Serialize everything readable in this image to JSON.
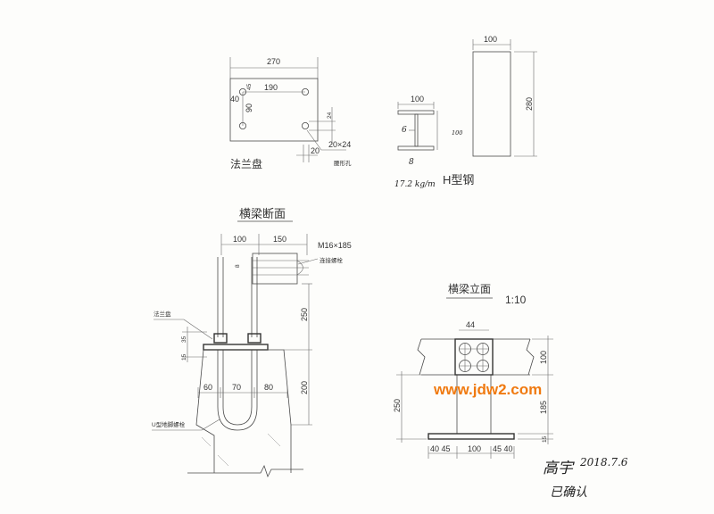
{
  "colors": {
    "line": "#4a4a4a",
    "watermark": "#f07a10",
    "paper": "#fdfdfb"
  },
  "flange": {
    "dim_width": "270",
    "dim_hole_spacing": "190",
    "dim_vertical": "90",
    "dim_45": "45",
    "dim_40": "40",
    "dim_24": "24",
    "dim_20": "20",
    "dim_slot": "20×24",
    "slot_note": "腰形孔",
    "label": "法兰盘"
  },
  "hbeam": {
    "dim_top": "100",
    "dim_flange_width": "100",
    "dim_side": "280",
    "hand_web": "6",
    "hand_height": "100",
    "hand_flange": "8",
    "hand_mass": "17.2 kg/m",
    "label": "H型钢"
  },
  "section": {
    "title": "横梁断面",
    "dim_100": "100",
    "dim_150": "150",
    "bolt_spec": "M16×185",
    "bolt_note": "连接螺栓",
    "dim_8": "8",
    "dim_250": "250",
    "dim_200": "200",
    "dim_35": "35",
    "dim_15": "15",
    "dim_60": "60",
    "dim_70": "70",
    "dim_80": "80",
    "flange_callout": "法兰盘",
    "ubolt_callout": "U型地脚螺栓"
  },
  "elevation": {
    "title": "横梁立面",
    "scale": "1:10",
    "dim_44": "44",
    "dim_100": "100",
    "dim_250": "250",
    "dim_185": "185",
    "dim_15": "15",
    "dim_bottom_1": "40 45",
    "dim_bottom_2": "100",
    "dim_bottom_3": "45 40"
  },
  "watermark": "www.jdw2.com",
  "signature": {
    "name": "高宇",
    "date": "2018.7.6",
    "note": "已确认"
  }
}
